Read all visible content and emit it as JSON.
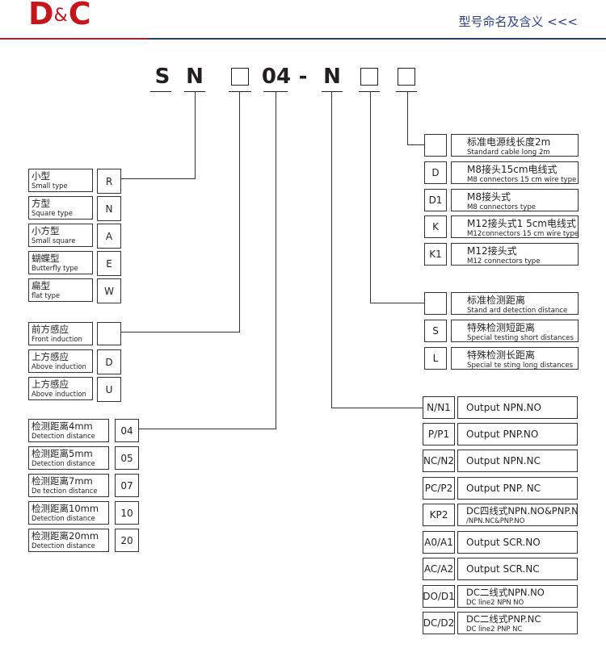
{
  "header": {
    "logo_d": "D",
    "logo_amp": "&",
    "logo_c": "C",
    "title": "型号命名及含义 <<<",
    "colors": {
      "brand_red": "#c4161c",
      "brand_blue": "#1e3a8a"
    }
  },
  "model_code": {
    "s": "S",
    "n": "N",
    "range": "04",
    "dash": "-",
    "output_n": "N"
  },
  "type_group": [
    {
      "cn": "小型",
      "en": "Small type",
      "code": "R"
    },
    {
      "cn": "方型",
      "en": "Square type",
      "code": "N"
    },
    {
      "cn": "小方型",
      "en": "Small square",
      "code": "A"
    },
    {
      "cn": "蝴蝶型",
      "en": "Butterfly type",
      "code": "E"
    },
    {
      "cn": "扁型",
      "en": "flat type",
      "code": "W"
    }
  ],
  "induction_group": [
    {
      "cn": "前方感应",
      "en": "Front induction",
      "code": ""
    },
    {
      "cn": "上方感应",
      "en": "Above induction",
      "code": "D"
    },
    {
      "cn": "上方感应",
      "en": "Above induction",
      "code": "U"
    }
  ],
  "distance_group": [
    {
      "cn": "检测距离4mm",
      "en": "Detection distance",
      "code": "04"
    },
    {
      "cn": "检测距离5mm",
      "en": "Detection distance",
      "code": "05"
    },
    {
      "cn": "检测距离7mm",
      "en": "De tection distance",
      "code": "07"
    },
    {
      "cn": "检测距离10mm",
      "en": "Detection distance",
      "code": "10"
    },
    {
      "cn": "检测距离20mm",
      "en": "Detection distance",
      "code": "20"
    }
  ],
  "cable_group": [
    {
      "code": "",
      "cn": "标准电源线长度2m",
      "en": "Standard cable long 2m"
    },
    {
      "code": "D",
      "cn": "M8接头15cm电线式",
      "en": "M8 connectors 15 cm wire type"
    },
    {
      "code": "D1",
      "cn": "M8接头式",
      "en": "M8 connectors type"
    },
    {
      "code": "K",
      "cn": "M12接头式1 5cm电线式",
      "en": "M12connectors 15 cm wire type"
    },
    {
      "code": "K1",
      "cn": "M12接头式",
      "en": "M12 connectors type"
    }
  ],
  "detect_group": [
    {
      "code": "",
      "cn": "标准检测距离",
      "en": "Stand ard detection distance"
    },
    {
      "code": "S",
      "cn": "特殊检测短距离",
      "en": "Special testing short distances"
    },
    {
      "code": "L",
      "cn": "特殊检测长距离",
      "en": "Special te sting long distances"
    }
  ],
  "output_group": [
    {
      "code": "N/N1",
      "text": "Output NPN.NO"
    },
    {
      "code": "P/P1",
      "text": "Output PNP.NO"
    },
    {
      "code": "NC/N2",
      "text": "Output NPN.NC"
    },
    {
      "code": "PC/P2",
      "text": "Output PNP. NC"
    },
    {
      "code": "KP2",
      "cn": "DC四线式NPN.NO&PNP.NC",
      "en": "/NPN.NC&PNP.NO"
    },
    {
      "code": "A0/A1",
      "text": "Output SCR.NO"
    },
    {
      "code": "AC/A2",
      "text": "Output SCR.NC"
    },
    {
      "code": "DO/D1",
      "cn": "DC二线式NPN.NO",
      "en": "DC line2 NPN NO"
    },
    {
      "code": "DC/D2",
      "cn": "DC二线式PNP.NC",
      "en": "DC line2 PNP NC"
    }
  ]
}
